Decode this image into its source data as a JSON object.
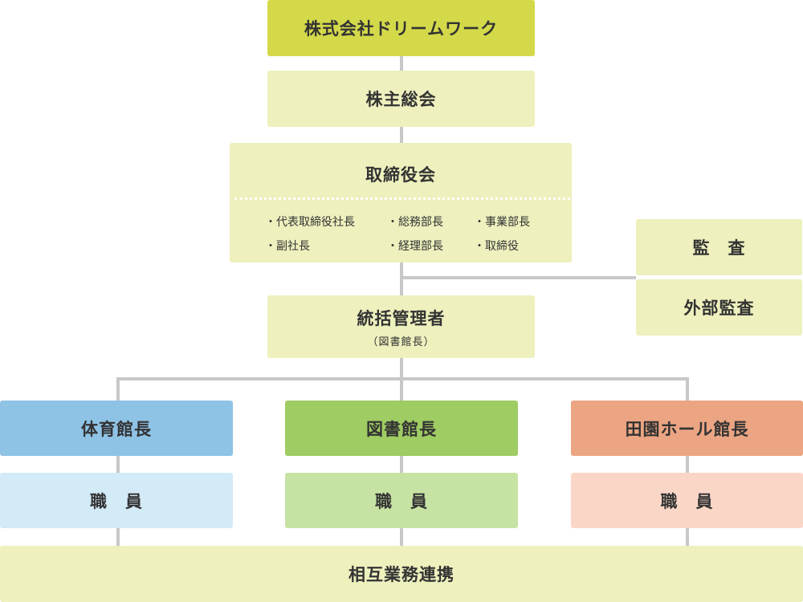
{
  "company": "株式会社ドリームワーク",
  "shareholders": "株主総会",
  "board": {
    "title": "取締役会",
    "roles": [
      "代表取締役社長",
      "総務部長",
      "事業部長",
      "副社長",
      "経理部長",
      "取締役"
    ]
  },
  "audit": "監　査",
  "external_audit": "外部監査",
  "manager": {
    "title": "統括管理者",
    "subtitle": "（図書館長）"
  },
  "departments": [
    {
      "head": "体育館長",
      "staff": "職　員"
    },
    {
      "head": "図書館長",
      "staff": "職　員"
    },
    {
      "head": "田園ホール館長",
      "staff": "職　員"
    }
  ],
  "cooperation": "相互業務連携",
  "colors": {
    "company": "#d4d94a",
    "pale_green": "#eef0bd",
    "dept1_head": "#8ec3e6",
    "dept1_staff": "#d3eaf7",
    "dept2_head": "#9fcc63",
    "dept2_staff": "#c6e3a4",
    "dept3_head": "#eba583",
    "dept3_staff": "#fad6c6",
    "connector": "#c8c8c8"
  }
}
